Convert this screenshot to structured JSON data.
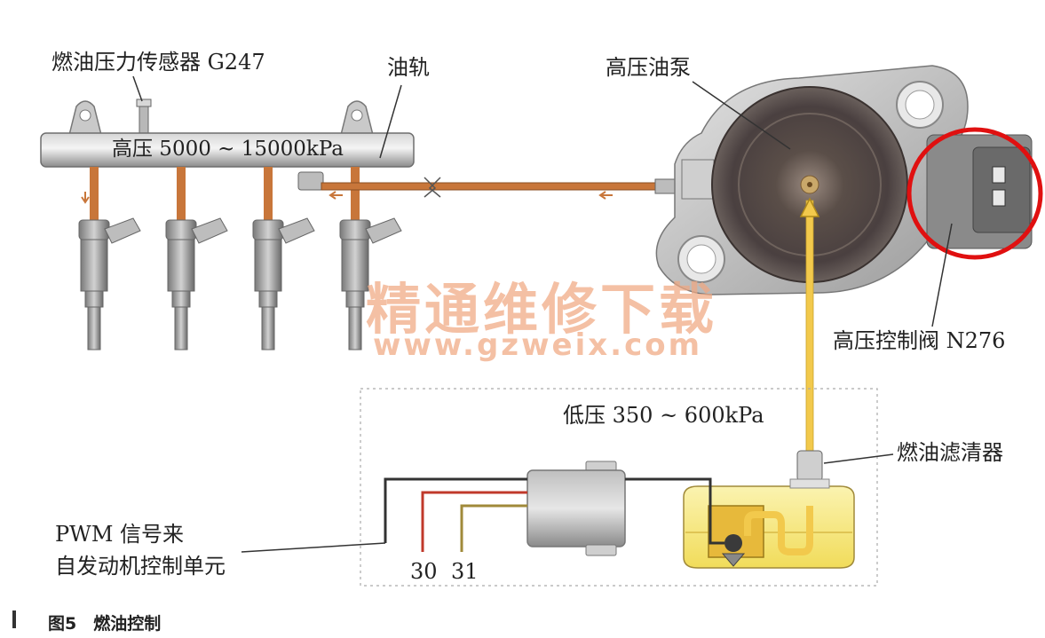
{
  "colors": {
    "fuel_high": "#c8763a",
    "fuel_low": "#f2c94c",
    "wire_dark": "#333333",
    "wire_red": "#c0392b",
    "wire_brown": "#a08a3a",
    "watermark": "#f0a882",
    "highlight_ring": "#e01010"
  },
  "labels": {
    "pressure_sensor": "燃油压力传感器 G247",
    "fuel_rail": "油轨",
    "high_pressure_pump": "高压油泵",
    "high_pressure_range": "高压 5000 ~ 15000kPa",
    "control_valve": "高压控制阀 N276",
    "low_pressure_range": "低压 350 ~ 600kPa",
    "fuel_filter": "燃油滤清器",
    "pwm_line1": "PWM 信号来",
    "pwm_line2": "自发动机控制单元",
    "terminal_30": "30",
    "terminal_31": "31"
  },
  "watermark": {
    "text_cn": "精通维修下载",
    "url": "www.gzweix.com"
  },
  "caption": "图5　燃油控制"
}
